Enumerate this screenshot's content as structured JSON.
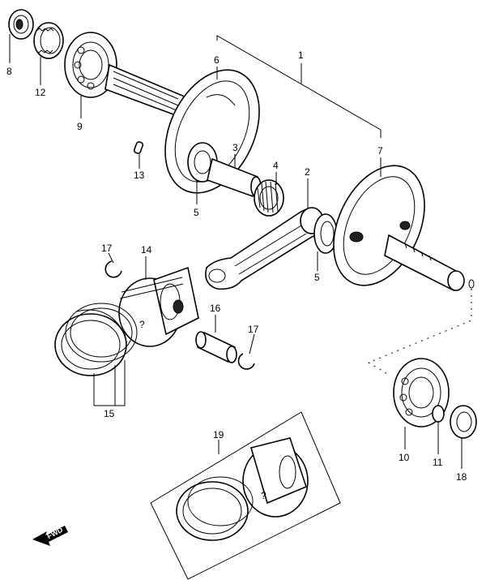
{
  "diagram": {
    "fwd_label": "FWD",
    "callouts": [
      {
        "id": "label-1",
        "text": "1"
      },
      {
        "id": "label-2",
        "text": "2"
      },
      {
        "id": "label-3",
        "text": "3"
      },
      {
        "id": "label-4",
        "text": "4"
      },
      {
        "id": "label-5-left",
        "text": "5"
      },
      {
        "id": "label-5-right",
        "text": "5"
      },
      {
        "id": "label-6",
        "text": "6"
      },
      {
        "id": "label-7",
        "text": "7"
      },
      {
        "id": "label-8",
        "text": "8"
      },
      {
        "id": "label-9",
        "text": "9"
      },
      {
        "id": "label-10",
        "text": "10"
      },
      {
        "id": "label-11",
        "text": "11"
      },
      {
        "id": "label-12",
        "text": "12"
      },
      {
        "id": "label-13",
        "text": "13"
      },
      {
        "id": "label-14",
        "text": "14"
      },
      {
        "id": "label-15",
        "text": "15"
      },
      {
        "id": "label-16",
        "text": "16"
      },
      {
        "id": "label-17-top",
        "text": "17"
      },
      {
        "id": "label-17-right",
        "text": "17"
      },
      {
        "id": "label-18",
        "text": "18"
      },
      {
        "id": "label-19",
        "text": "19"
      }
    ]
  }
}
